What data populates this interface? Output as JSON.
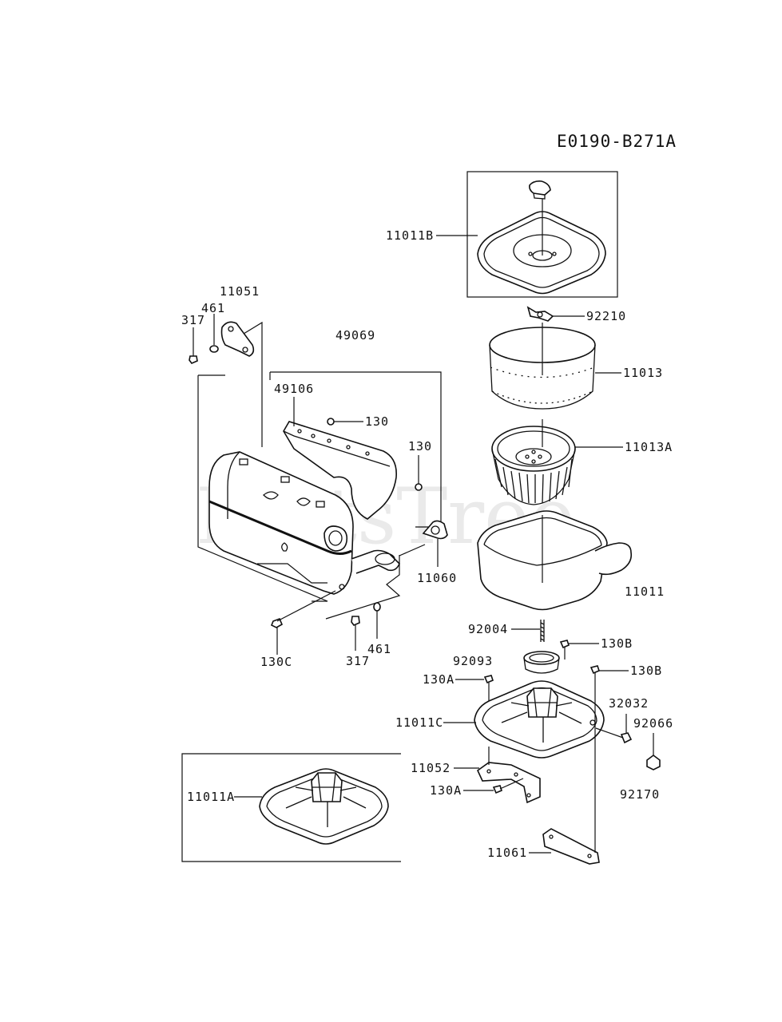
{
  "diagram_code": "E0190-B271A",
  "watermark": "PartsTree",
  "labels": {
    "l_11011B": "11011B",
    "l_92210": "92210",
    "l_11013": "11013",
    "l_11013A": "11013A",
    "l_11011": "11011",
    "l_11051": "11051",
    "l_461_top": "461",
    "l_317_top": "317",
    "l_49069": "49069",
    "l_49106": "49106",
    "l_130_a": "130",
    "l_130_b": "130",
    "l_11060": "11060",
    "l_130C": "130C",
    "l_317_bot": "317",
    "l_461_bot": "461",
    "l_92004": "92004",
    "l_130B_a": "130B",
    "l_130B_b": "130B",
    "l_92093": "92093",
    "l_130A_a": "130A",
    "l_32032": "32032",
    "l_92066": "92066",
    "l_11011C": "11011C",
    "l_11052": "11052",
    "l_130A_b": "130A",
    "l_92170": "92170",
    "l_11011A": "11011A",
    "l_11061": "11061"
  }
}
